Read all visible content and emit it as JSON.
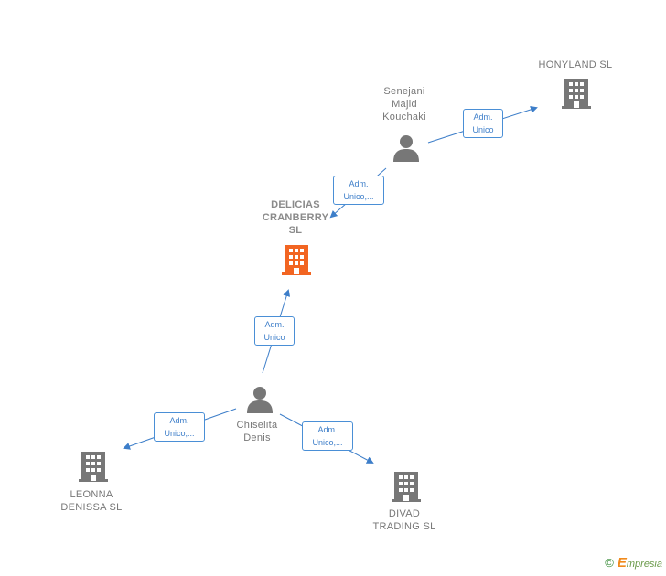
{
  "nodes": {
    "honyland": {
      "label": "HONYLAND  SL",
      "type": "company",
      "color": "#777777"
    },
    "senejani": {
      "label": "Senejani\nMajid\nKouchaki",
      "type": "person",
      "color": "#777777"
    },
    "delicias": {
      "label": "DELICIAS\nCRANBERRY\nSL",
      "type": "company",
      "color": "#f26522"
    },
    "chiselita": {
      "label": "Chiselita\nDenis",
      "type": "person",
      "color": "#777777"
    },
    "leonna": {
      "label": "LEONNA\nDENISSA  SL",
      "type": "company",
      "color": "#777777"
    },
    "divad": {
      "label": "DIVAD\nTRADING  SL",
      "type": "company",
      "color": "#777777"
    }
  },
  "edges": [
    {
      "id": "senejani-honyland",
      "label_line1": "Adm.",
      "label_line2": "Unico"
    },
    {
      "id": "senejani-delicias",
      "label_line1": "Adm.",
      "label_line2": "Unico,..."
    },
    {
      "id": "chiselita-delicias",
      "label_line1": "Adm.",
      "label_line2": "Unico"
    },
    {
      "id": "chiselita-leonna",
      "label_line1": "Adm.",
      "label_line2": "Unico,..."
    },
    {
      "id": "chiselita-divad",
      "label_line1": "Adm.",
      "label_line2": "Unico,..."
    }
  ],
  "colors": {
    "edge": "#3d7ec9",
    "node_gray": "#777777",
    "focus": "#f26522"
  },
  "footer": {
    "copyright": "©",
    "brand_first": "E",
    "brand_rest": "mpresia"
  }
}
